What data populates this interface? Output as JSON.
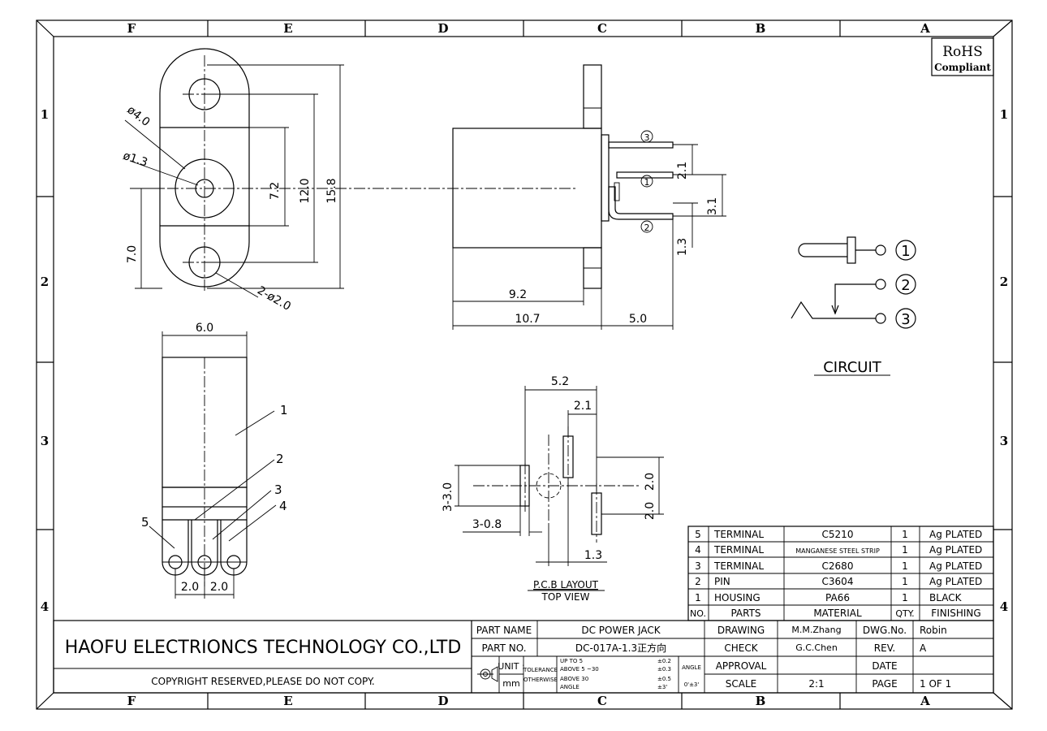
{
  "border": {
    "columns": [
      "F",
      "E",
      "D",
      "C",
      "B",
      "A"
    ],
    "rows": [
      "1",
      "2",
      "3",
      "4"
    ]
  },
  "rohs": {
    "line1": "RoHS",
    "line2": "Compliant"
  },
  "views": {
    "front": {
      "dims": {
        "d_outer": "ø4.0",
        "d_inner": "ø1.3",
        "h_7_2": "7.2",
        "h_12_0": "12.0",
        "h_15_8": "15.8",
        "h_7_0": "7.0",
        "holes": "2-ø2.0"
      }
    },
    "side": {
      "dims": {
        "d_2_1": "2.1",
        "d_3_1": "3.1",
        "d_1_3": "1.3",
        "d_9_2": "9.2",
        "d_10_7": "10.7",
        "d_5_0": "5.0"
      },
      "pins": [
        "3",
        "1",
        "2"
      ]
    },
    "bottom": {
      "dims": {
        "w_6_0": "6.0",
        "p1": "2.0",
        "p2": "2.0"
      },
      "callouts": [
        "1",
        "2",
        "3",
        "4",
        "5"
      ]
    },
    "pcb": {
      "dims": {
        "w_5_2": "5.2",
        "w_2_1": "2.1",
        "h_3_0": "3-3.0",
        "w_0_8": "3-0.8",
        "h_2_0a": "2.0",
        "h_2_0b": "2.0",
        "w_1_3": "1.3"
      },
      "caption1": "P.C.B LAYOUT",
      "caption2": "TOP VIEW"
    },
    "circuit": {
      "pins": [
        "1",
        "2",
        "3"
      ],
      "caption": "CIRCUIT"
    }
  },
  "bom": {
    "rows": [
      {
        "no": "5",
        "part": "TERMINAL",
        "material": "C5210",
        "qty": "1",
        "finish": "Ag PLATED"
      },
      {
        "no": "4",
        "part": "TERMINAL",
        "material": "MANGANESE STEEL STRIP",
        "qty": "1",
        "finish": "Ag PLATED"
      },
      {
        "no": "3",
        "part": "TERMINAL",
        "material": "C2680",
        "qty": "1",
        "finish": "Ag PLATED"
      },
      {
        "no": "2",
        "part": "PIN",
        "material": "C3604",
        "qty": "1",
        "finish": "Ag PLATED"
      },
      {
        "no": "1",
        "part": "HOUSING",
        "material": "PA66",
        "qty": "1",
        "finish": "BLACK"
      }
    ],
    "header": {
      "no": "NO.",
      "part": "PARTS",
      "material": "MATERIAL",
      "qty": "QTY.",
      "finish": "FINISHING"
    }
  },
  "title_block": {
    "company": "HAOFU ELECTRIONCS TECHNOLOGY CO.,LTD",
    "copyright": "COPYRIGHT RESERVED,PLEASE DO NOT COPY.",
    "part_name_label": "PART NAME",
    "part_name": "DC POWER JACK",
    "part_no_label": "PART NO.",
    "part_no": "DC-017A-1.3正方向",
    "unit_label": "UNIT :",
    "unit": "mm",
    "tolerance_label1": "TOLERANCE",
    "tolerance_label2": "OTHERWISE",
    "tol_rows": [
      {
        "range": "UP TO 5",
        "val": "±0.2"
      },
      {
        "range": "ABOVE 5 ~30",
        "val": "±0.3"
      },
      {
        "range": "ABOVE 30",
        "val": "±0.5"
      },
      {
        "range": "ANGLE",
        "val": "±3'"
      }
    ],
    "angle_label": "ANGLE",
    "angle_val": "0'±3'",
    "drawing_label": "DRAWING",
    "drawing": "M.M.Zhang",
    "check_label": "CHECK",
    "check": "G.C.Chen",
    "approval_label": "APPROVAL",
    "approval": "",
    "scale_label": "SCALE",
    "scale": "2:1",
    "dwg_label": "DWG.No.",
    "dwg": "Robin",
    "rev_label": "REV.",
    "rev": "A",
    "date_label": "DATE",
    "date": "",
    "page_label": "PAGE",
    "page": "1 OF 1"
  }
}
